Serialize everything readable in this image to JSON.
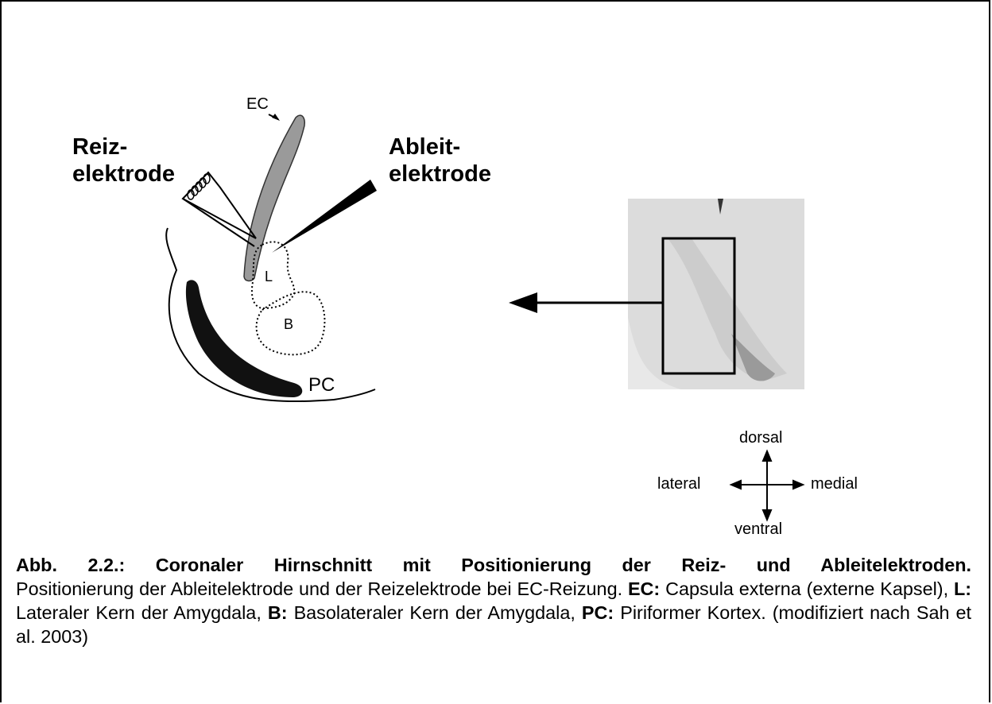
{
  "diagram": {
    "ec_label": "EC",
    "reiz_label_line1": "Reiz-",
    "reiz_label_line2": "elektrode",
    "ableit_label_line1": "Ableit-",
    "ableit_label_line2": "elektrode",
    "l_label": "L",
    "b_label": "B",
    "pc_label": "PC"
  },
  "orientation": {
    "dorsal": "dorsal",
    "ventral": "ventral",
    "lateral": "lateral",
    "medial": "medial"
  },
  "caption": {
    "title": "Abb. 2.2.: Coronaler Hirnschnitt mit Positionierung der Reiz- und Ableitelektroden.",
    "text1": "Positionierung der Ableitelektrode und der Reizelektrode bei EC-Reizung.",
    "ec_term": "EC:",
    "ec_def": "Capsula externa (externe Kapsel),",
    "l_term": "L:",
    "l_def": "Lateraler Kern der Amygdala,",
    "b_term": "B:",
    "b_def": "Basolateraler Kern der Amygdala,",
    "pc_term": "PC:",
    "pc_def": "Piriformer Kortex. (modifiziert nach Sah et al. 2003)"
  }
}
